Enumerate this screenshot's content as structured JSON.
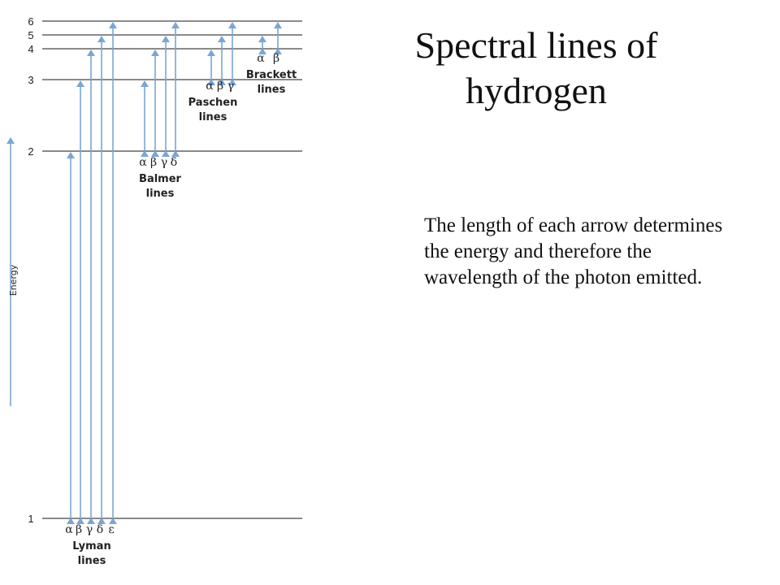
{
  "slide": {
    "title_line1": "Spectral lines of",
    "title_line2": "hydrogen",
    "description": "The length of each arrow determines the energy and therefore the wavelength of the photon emitted."
  },
  "diagram": {
    "axis_label": "Energy",
    "colors": {
      "arrow": "#7aa6d4",
      "level_line": "#444444"
    },
    "levels": [
      1,
      2,
      3,
      4,
      5,
      6
    ],
    "series": [
      {
        "key": "lyman",
        "label_line1": "Lyman",
        "label_line2": "lines",
        "lower_level": 1,
        "greek": [
          "α",
          "β",
          "γ",
          "δ",
          "ε"
        ],
        "upper_levels": [
          2,
          3,
          4,
          5,
          6
        ]
      },
      {
        "key": "balmer",
        "label_line1": "Balmer",
        "label_line2": "lines",
        "lower_level": 2,
        "greek": [
          "α",
          "β",
          "γ",
          "δ"
        ],
        "upper_levels": [
          3,
          4,
          5,
          6
        ]
      },
      {
        "key": "paschen",
        "label_line1": "Paschen",
        "label_line2": "lines",
        "lower_level": 3,
        "greek": [
          "α",
          "β",
          "γ"
        ],
        "upper_levels": [
          4,
          5,
          6
        ]
      },
      {
        "key": "brackett",
        "label_line1": "Brackett",
        "label_line2": "lines",
        "lower_level": 4,
        "greek": [
          "α",
          "β"
        ],
        "upper_levels": [
          5,
          6
        ]
      }
    ]
  }
}
